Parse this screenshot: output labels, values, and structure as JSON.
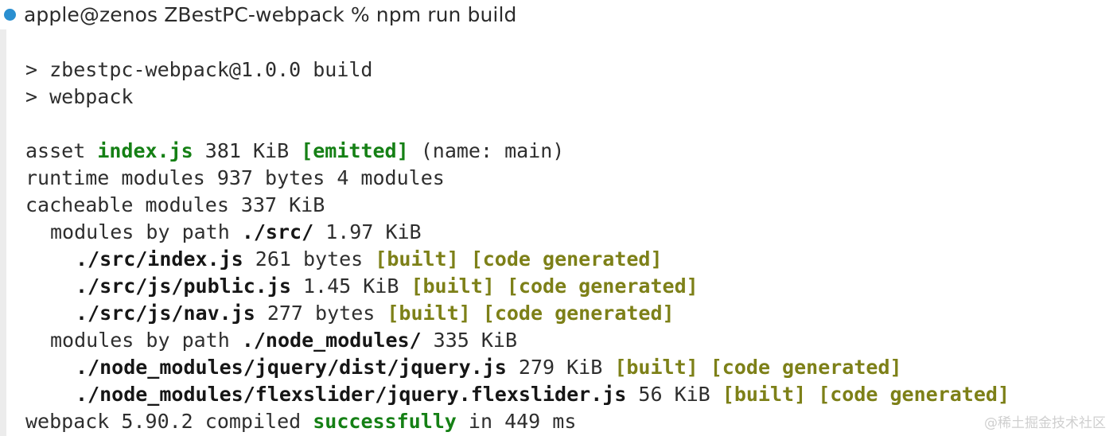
{
  "window": {
    "title": "apple@zenos — ZBestPC-webpack — npm run build",
    "background": "#ffffff",
    "foreground": "#2e2e2e"
  },
  "colors": {
    "prompt_dot": "#2a8fd0",
    "green": "#158015",
    "olive": "#7d8018",
    "bold_black": "#161616",
    "gutter": "#ececec",
    "watermark": "#cfcfcf"
  },
  "prompt": {
    "dot_icon": "status-dot-icon",
    "user_host": "apple@zenos",
    "directory": "ZBestPC-webpack",
    "symbol": "%",
    "command": "npm run build",
    "full_text": "apple@zenos ZBestPC-webpack % npm run build"
  },
  "output": {
    "lines": [
      {
        "indent": 0,
        "kind": "blank",
        "tokens": [
          {
            "text": " ",
            "style": "plain"
          }
        ]
      },
      {
        "indent": 0,
        "kind": "npm-script",
        "tokens": [
          {
            "text": "> zbestpc-webpack@1.0.0 build",
            "style": "plain"
          }
        ]
      },
      {
        "indent": 0,
        "kind": "npm-command",
        "tokens": [
          {
            "text": "> webpack",
            "style": "plain"
          }
        ]
      },
      {
        "indent": 0,
        "kind": "blank",
        "tokens": [
          {
            "text": " ",
            "style": "plain"
          }
        ]
      },
      {
        "indent": 0,
        "kind": "asset",
        "tokens": [
          {
            "text": "asset ",
            "style": "plain"
          },
          {
            "text": "index.js",
            "style": "green"
          },
          {
            "text": " 381 KiB ",
            "style": "plain"
          },
          {
            "text": "[emitted]",
            "style": "green"
          },
          {
            "text": " (name: main)",
            "style": "plain"
          }
        ]
      },
      {
        "indent": 0,
        "kind": "runtime-modules",
        "tokens": [
          {
            "text": "runtime modules 937 bytes 4 modules",
            "style": "plain"
          }
        ]
      },
      {
        "indent": 0,
        "kind": "cacheable-modules",
        "tokens": [
          {
            "text": "cacheable modules 337 KiB",
            "style": "plain"
          }
        ]
      },
      {
        "indent": 1,
        "kind": "modules-by-path",
        "tokens": [
          {
            "text": "modules by path ",
            "style": "plain"
          },
          {
            "text": "./src/",
            "style": "bold"
          },
          {
            "text": " 1.97 KiB",
            "style": "plain"
          }
        ]
      },
      {
        "indent": 2,
        "kind": "module-entry",
        "tokens": [
          {
            "text": "./src/index.js",
            "style": "bold"
          },
          {
            "text": " 261 bytes ",
            "style": "plain"
          },
          {
            "text": "[built] [code generated]",
            "style": "olive"
          }
        ]
      },
      {
        "indent": 2,
        "kind": "module-entry",
        "tokens": [
          {
            "text": "./src/js/public.js",
            "style": "bold"
          },
          {
            "text": " 1.45 KiB ",
            "style": "plain"
          },
          {
            "text": "[built] [code generated]",
            "style": "olive"
          }
        ]
      },
      {
        "indent": 2,
        "kind": "module-entry",
        "tokens": [
          {
            "text": "./src/js/nav.js",
            "style": "bold"
          },
          {
            "text": " 277 bytes ",
            "style": "plain"
          },
          {
            "text": "[built] [code generated]",
            "style": "olive"
          }
        ]
      },
      {
        "indent": 1,
        "kind": "modules-by-path",
        "tokens": [
          {
            "text": "modules by path ",
            "style": "plain"
          },
          {
            "text": "./node_modules/",
            "style": "bold"
          },
          {
            "text": " 335 KiB",
            "style": "plain"
          }
        ]
      },
      {
        "indent": 2,
        "kind": "module-entry",
        "tokens": [
          {
            "text": "./node_modules/jquery/dist/jquery.js",
            "style": "bold"
          },
          {
            "text": " 279 KiB ",
            "style": "plain"
          },
          {
            "text": "[built] [code generated]",
            "style": "olive"
          }
        ]
      },
      {
        "indent": 2,
        "kind": "module-entry",
        "tokens": [
          {
            "text": "./node_modules/flexslider/jquery.flexslider.js",
            "style": "bold"
          },
          {
            "text": " 56 KiB ",
            "style": "plain"
          },
          {
            "text": "[built] [code generated]",
            "style": "olive"
          }
        ]
      },
      {
        "indent": 0,
        "kind": "compile-summary",
        "tokens": [
          {
            "text": "webpack 5.90.2 compiled ",
            "style": "plain"
          },
          {
            "text": "successfully",
            "style": "green"
          },
          {
            "text": " in 449 ms",
            "style": "plain"
          }
        ]
      }
    ]
  },
  "watermark": {
    "text": "@稀土掘金技术社区"
  }
}
